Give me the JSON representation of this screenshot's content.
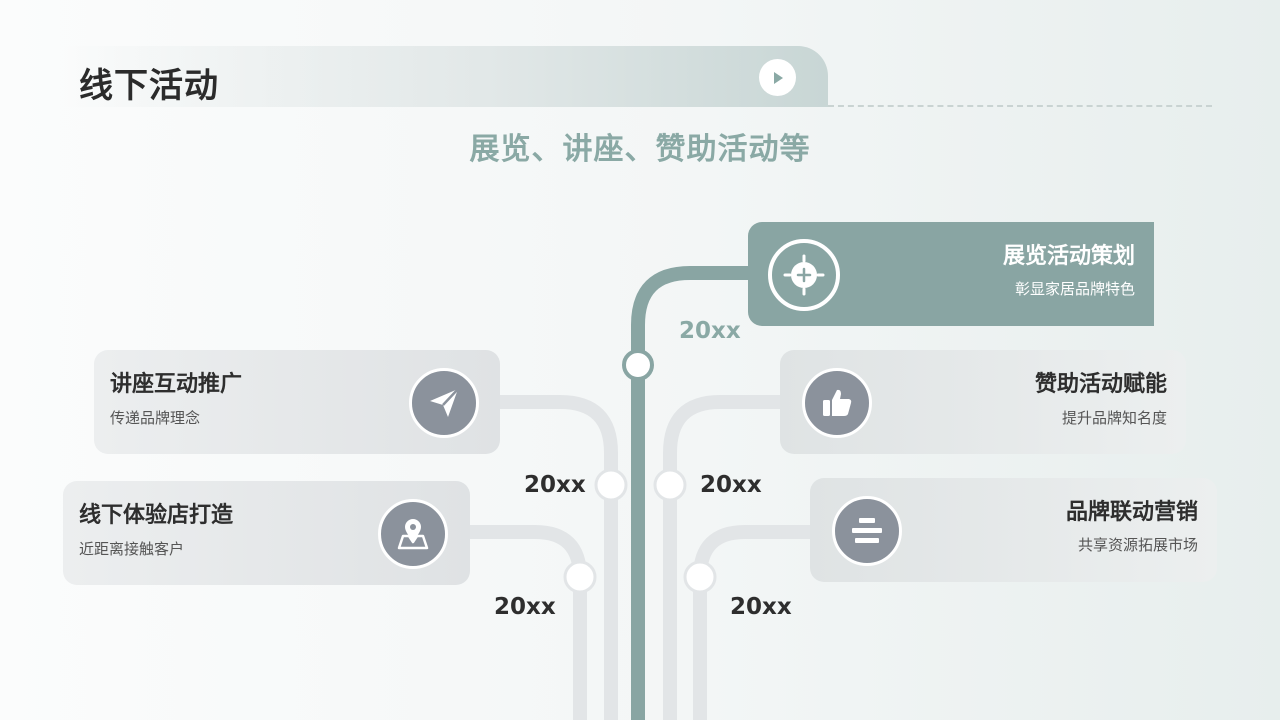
{
  "title": "线下活动",
  "subtitle": "展览、讲座、赞助活动等",
  "colors": {
    "accent": "#89a5a3",
    "icon_grey": "#8b929c",
    "track_grey": "#e2e5e7"
  },
  "cards": [
    {
      "id": "exhibition",
      "title": "展览活动策划",
      "desc": "彰显家居品牌特色",
      "icon": "target-icon",
      "year": "20xx"
    },
    {
      "id": "lecture",
      "title": "讲座互动推广",
      "desc": "传递品牌理念",
      "icon": "paper-plane-icon",
      "year": "20xx"
    },
    {
      "id": "sponsor",
      "title": "赞助活动赋能",
      "desc": "提升品牌知名度",
      "icon": "thumbs-up-icon",
      "year": "20xx"
    },
    {
      "id": "store",
      "title": "线下体验店打造",
      "desc": "近距离接触客户",
      "icon": "map-pin-icon",
      "year": "20xx"
    },
    {
      "id": "brand",
      "title": "品牌联动营销",
      "desc": "共享资源拓展市场",
      "icon": "stack-icon",
      "year": "20xx"
    }
  ]
}
